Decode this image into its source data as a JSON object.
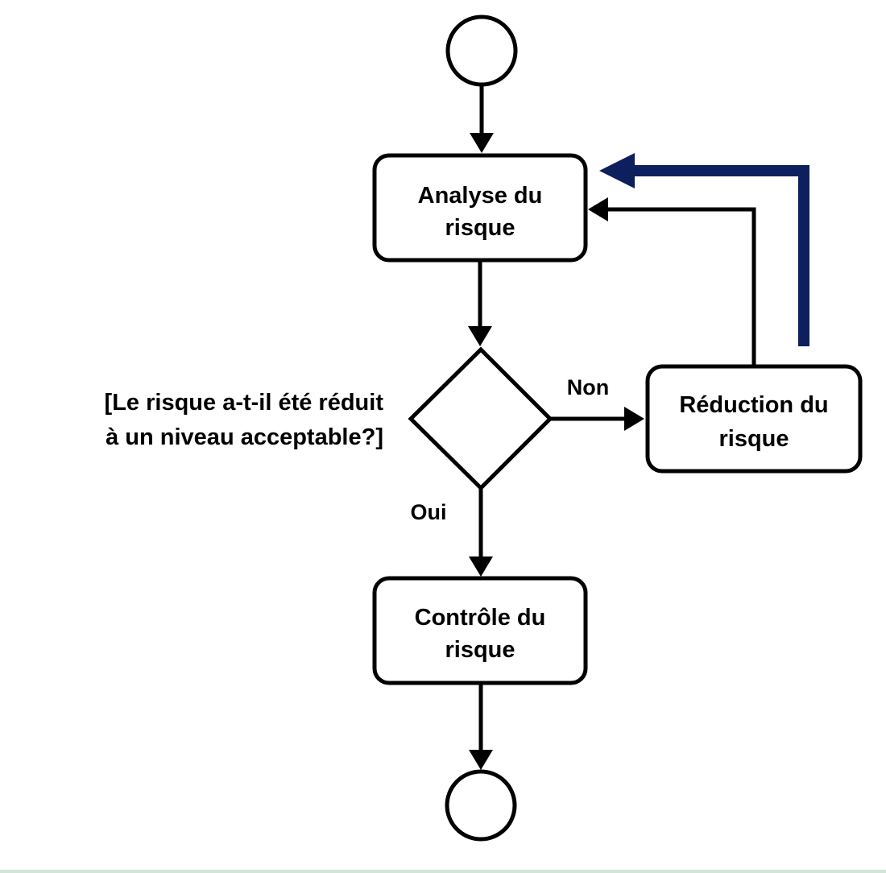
{
  "nodes": {
    "analyse": {
      "line1": "Analyse du",
      "line2": "risque"
    },
    "reduction": {
      "line1": "Réduction du",
      "line2": "risque"
    },
    "controle": {
      "line1": "Contrôle du",
      "line2": "risque"
    }
  },
  "decision": {
    "question_line1": "[Le risque a-t-il été réduit",
    "question_line2": "à un niveau acceptable?]"
  },
  "edges": {
    "no_label": "Non",
    "yes_label": "Oui"
  },
  "colors": {
    "stroke": "#000000",
    "highlight_arrow": "#0d1f5c",
    "bottom_rule": "#cfe6d6"
  }
}
